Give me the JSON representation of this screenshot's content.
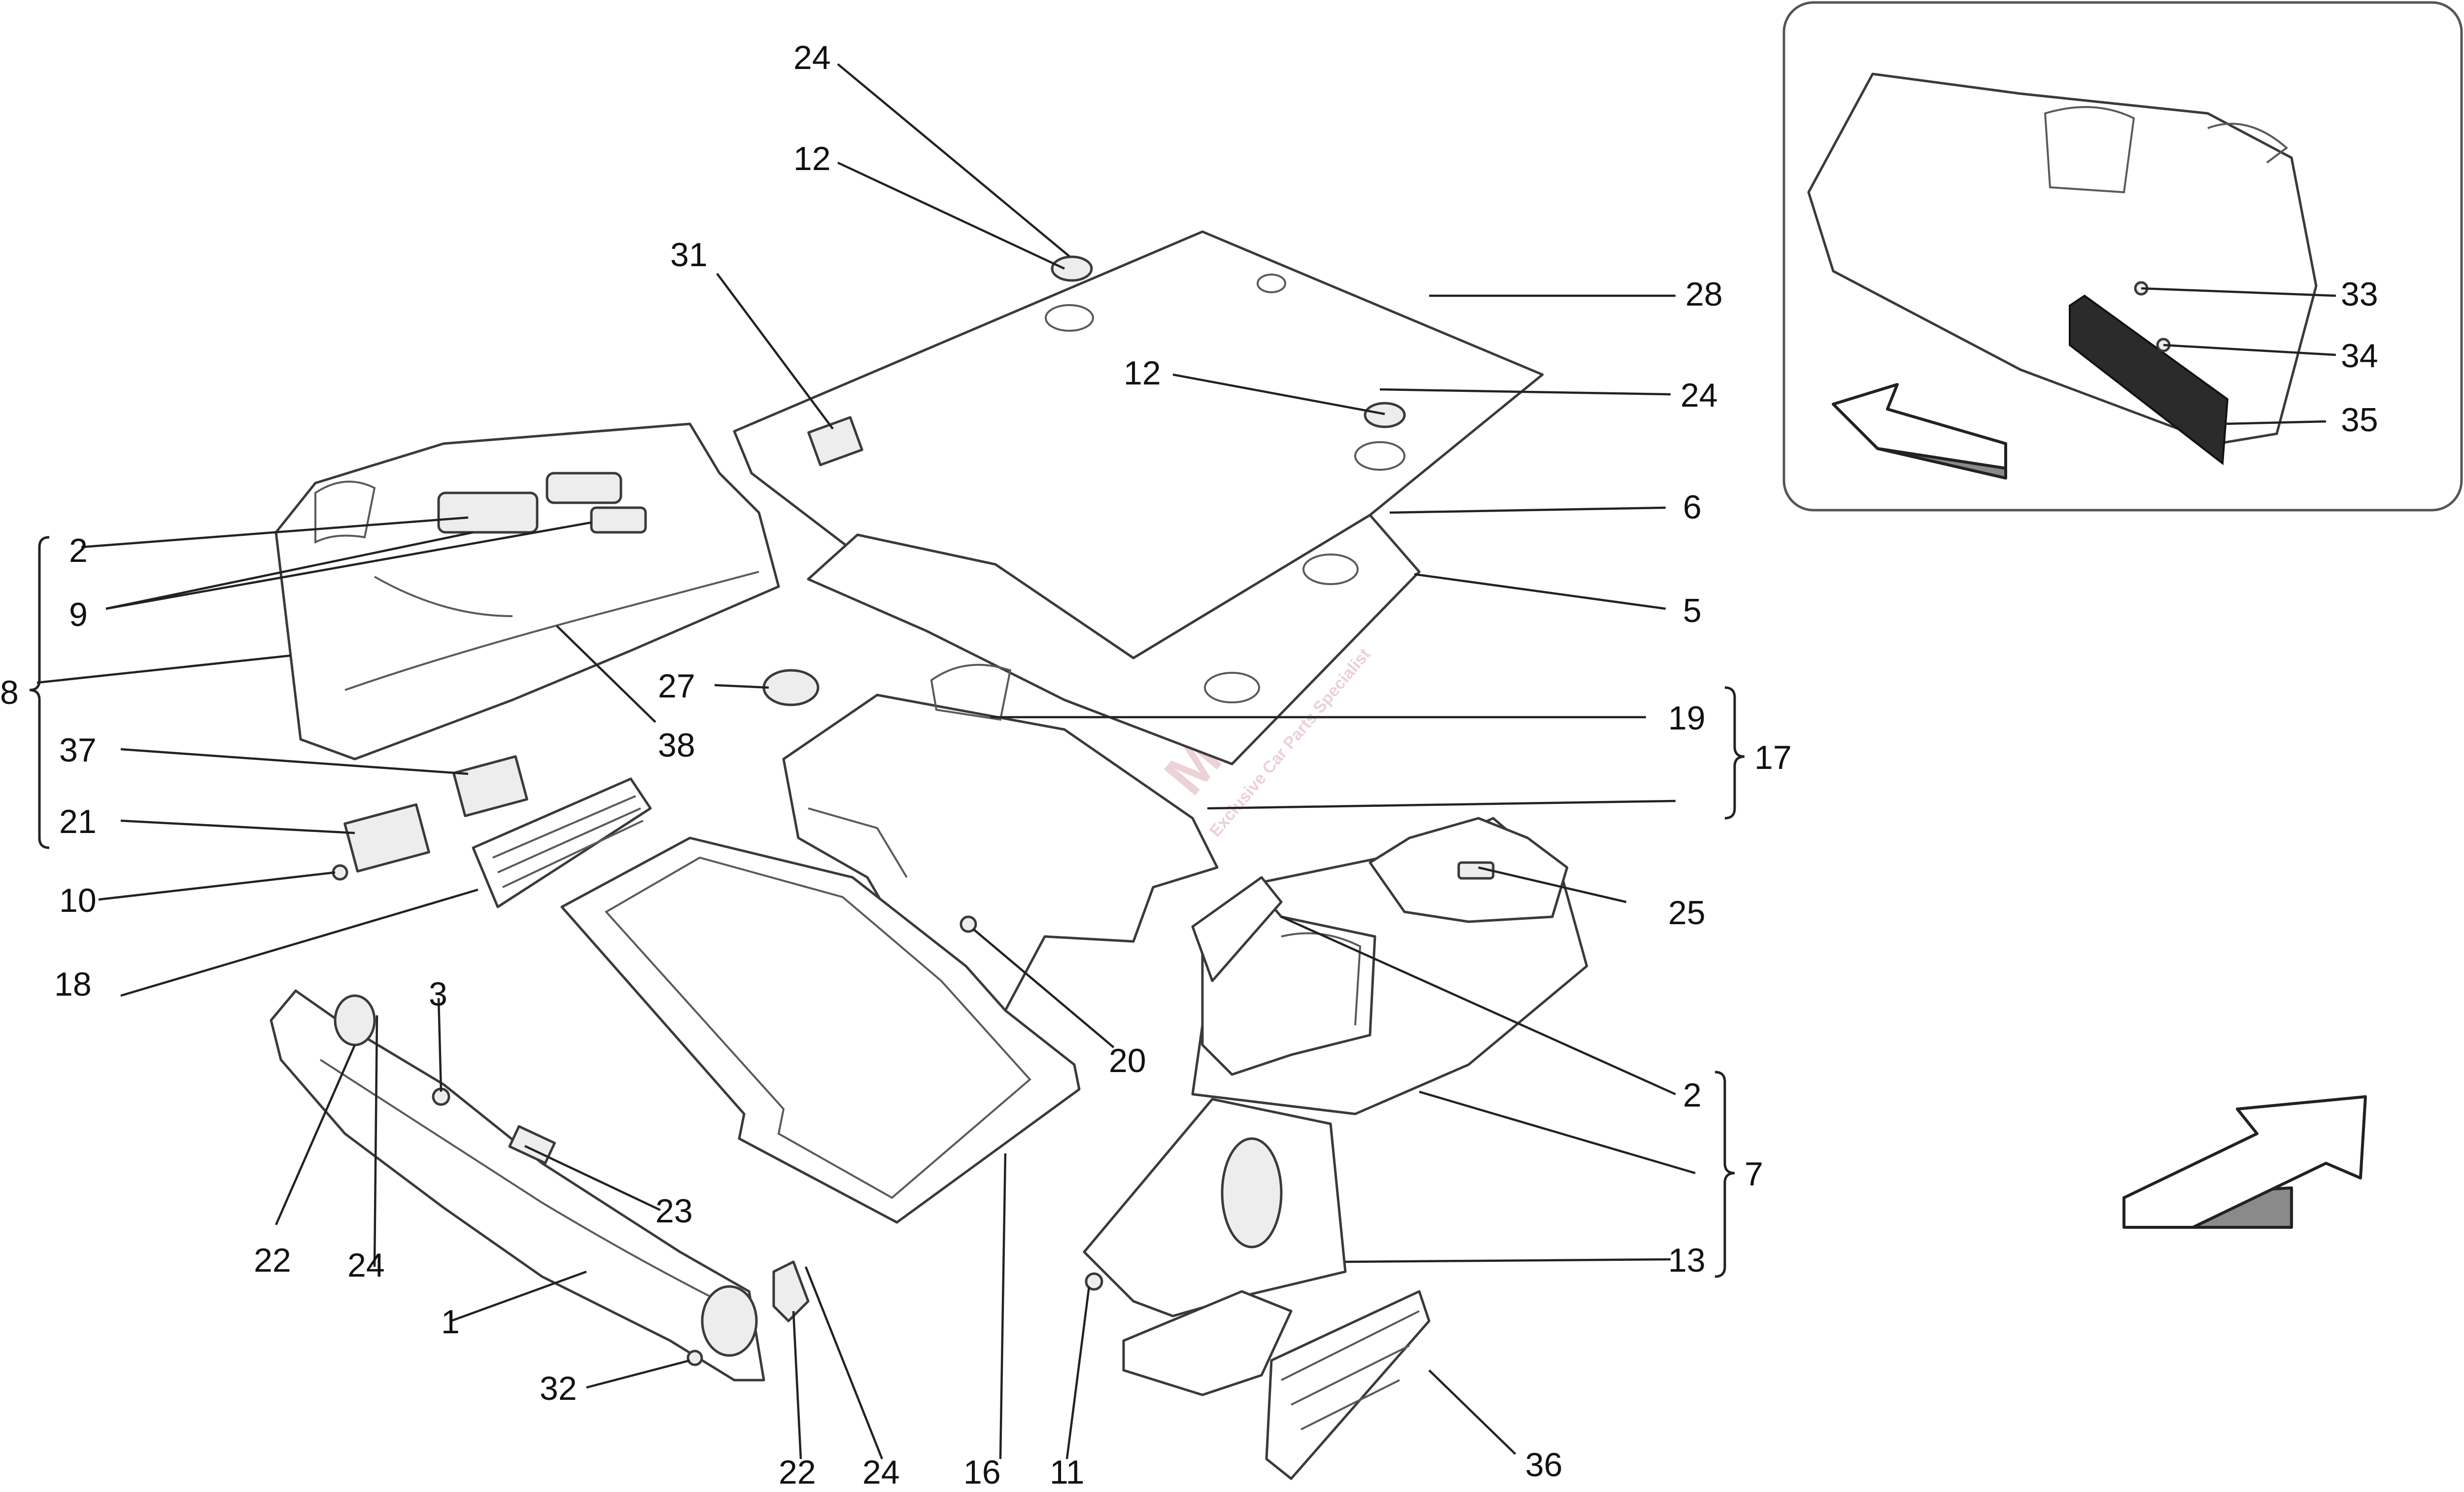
{
  "labels": {
    "l1": "1",
    "l2a": "2",
    "l2b": "2",
    "l3": "3",
    "l5": "5",
    "l6": "6",
    "l7": "7",
    "l8": "8",
    "l9": "9",
    "l10": "10",
    "l11": "11",
    "l12a": "12",
    "l12b": "12",
    "l13": "13",
    "l16": "16",
    "l17": "17",
    "l18": "18",
    "l19": "19",
    "l20": "20",
    "l21": "21",
    "l22a": "22",
    "l22b": "22",
    "l23": "23",
    "l24a": "24",
    "l24b": "24",
    "l24c": "24",
    "l24d": "24",
    "l25": "25",
    "l27": "27",
    "l28": "28",
    "l31": "31",
    "l32": "32",
    "l33": "33",
    "l34": "34",
    "l35": "35",
    "l36": "36",
    "l37": "37",
    "l38": "38"
  },
  "watermark": {
    "brand": "Maxparts",
    "tagline": "Exclusive Car Parts Specialist"
  },
  "colors": {
    "line": "#3a3a3a",
    "watermark": "#e9c9cf",
    "arrow_depth": "#8a8a8a"
  }
}
